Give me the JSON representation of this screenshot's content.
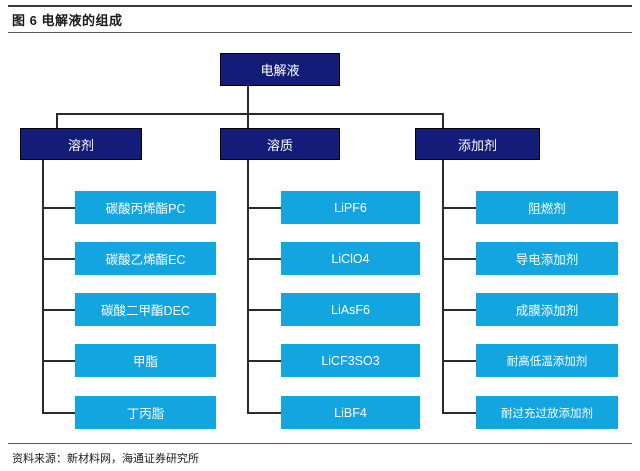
{
  "header": {
    "title": "图 6  电解液的组成"
  },
  "footer": {
    "source": "资料来源：新材料网，海通证券研究所"
  },
  "colors": {
    "branch_fill": "#141C7A",
    "leaf_fill": "#12A5E0",
    "text_on_box": "#FFFFFF",
    "connector": "#3A3A3A",
    "page_background": "#FFFFFF"
  },
  "diagram": {
    "type": "tree",
    "root": {
      "label": "电解液"
    },
    "branches": [
      {
        "label": "溶剂",
        "children": [
          {
            "label": "碳酸丙烯酯PC"
          },
          {
            "label": "碳酸乙烯酯EC"
          },
          {
            "label": "碳酸二甲酯DEC"
          },
          {
            "label": "甲脂"
          },
          {
            "label": "丁丙脂"
          }
        ]
      },
      {
        "label": "溶质",
        "children": [
          {
            "label": "LiPF6"
          },
          {
            "label": "LiClO4"
          },
          {
            "label": "LiAsF6"
          },
          {
            "label": "LiCF3SO3"
          },
          {
            "label": "LiBF4"
          }
        ]
      },
      {
        "label": "添加剂",
        "children": [
          {
            "label": "阻燃剂"
          },
          {
            "label": "导电添加剂"
          },
          {
            "label": "成膜添加剂"
          },
          {
            "label": "耐高低温添加剂"
          },
          {
            "label": "耐过充过放添加剂"
          }
        ]
      }
    ]
  }
}
